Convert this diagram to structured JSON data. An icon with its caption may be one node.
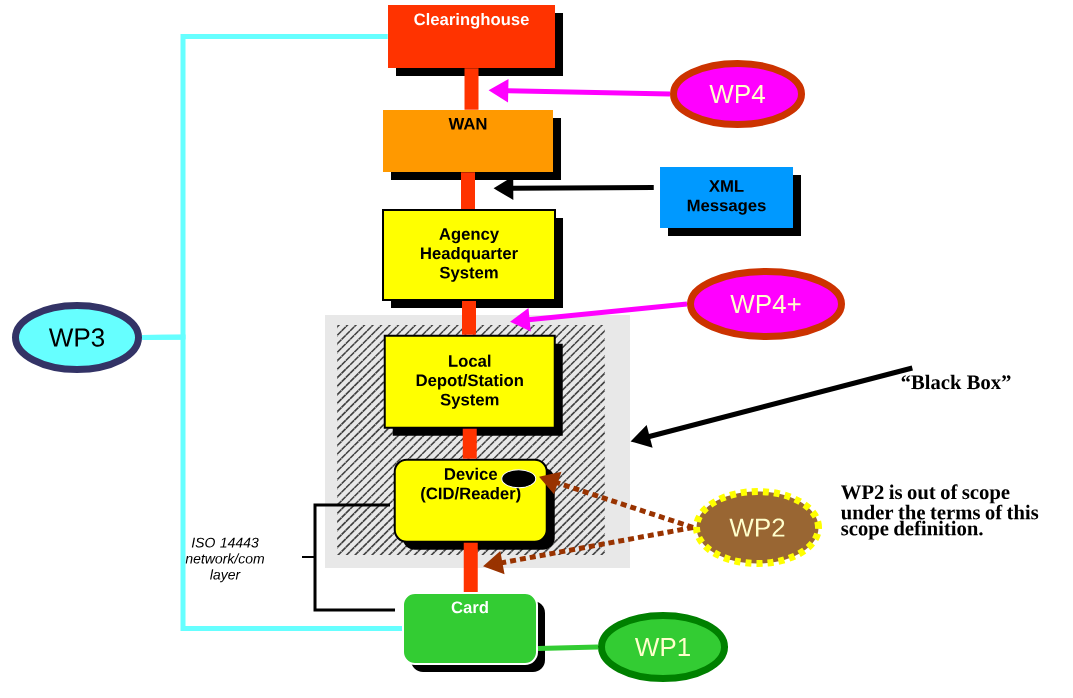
{
  "diagram": {
    "nodes": [
      {
        "text": [
          "Clearinghouse"
        ]
      },
      {
        "text": [
          "WAN"
        ]
      },
      {
        "text": [
          "XML Messages"
        ]
      },
      {
        "text": [
          "Agency Headquarter System"
        ]
      },
      {
        "text": [],
        "shape": "box"
      },
      {
        "text": [
          "Local Depot/Station System"
        ],
        "in": 4
      },
      {
        "text": [
          "Device (CID/Reader)"
        ],
        "in": 4
      },
      {
        "text": [
          "Card"
        ]
      },
      {
        "text": [
          "WP4"
        ]
      },
      {
        "text": [
          "WP4+"
        ]
      },
      {
        "text": [
          "WP3"
        ]
      },
      {
        "text": [
          "“Black Box”"
        ]
      },
      {
        "text": [
          "WP2"
        ]
      },
      {
        "text": [
          "WP1"
        ]
      }
    ],
    "edges": [
      {
        "from": 0,
        "to": 1,
        "arrow": "none",
        "style": "thick"
      },
      {
        "from": 1,
        "to": 3,
        "arrow": "none",
        "style": "thick"
      },
      {
        "from": 3,
        "to": 5,
        "arrow": "none",
        "style": "thick"
      },
      {
        "from": 5,
        "to": 6,
        "arrow": "none",
        "style": "thick"
      },
      {
        "from": 6,
        "to": 7,
        "arrow": "none",
        "style": "thick"
      },
      {
        "from": 8,
        "to": 0,
        "arrow": "to",
        "color": "#ff00ff"
      },
      {
        "from": 2,
        "to": 1,
        "arrow": "to",
        "color": "#000000"
      },
      {
        "from": 9,
        "to": 4,
        "arrow": "to",
        "color": "#ff00ff"
      },
      {
        "from": 11,
        "to": 4,
        "arrow": "to",
        "color": "#000000"
      },
      {
        "from": 12,
        "to": 6,
        "arrow": "to",
        "style": "dashed",
        "color": "#993300"
      },
      {
        "from": 12,
        "to": 4,
        "arrow": "to",
        "style": "dashed",
        "color": "#993300"
      },
      {
        "from": 13,
        "to": 7,
        "arrow": "none",
        "color": "#33cc33"
      },
      {
        "from": 10,
        "to": 0,
        "arrow": "none",
        "color": "#66ffff"
      },
      {
        "from": 10,
        "to": 7,
        "arrow": "none",
        "color": "#66ffff"
      }
    ],
    "labels": [
      "ISO 14443 network/com layer",
      "WP2 is out of scope under the terms of this scope definition."
    ]
  }
}
